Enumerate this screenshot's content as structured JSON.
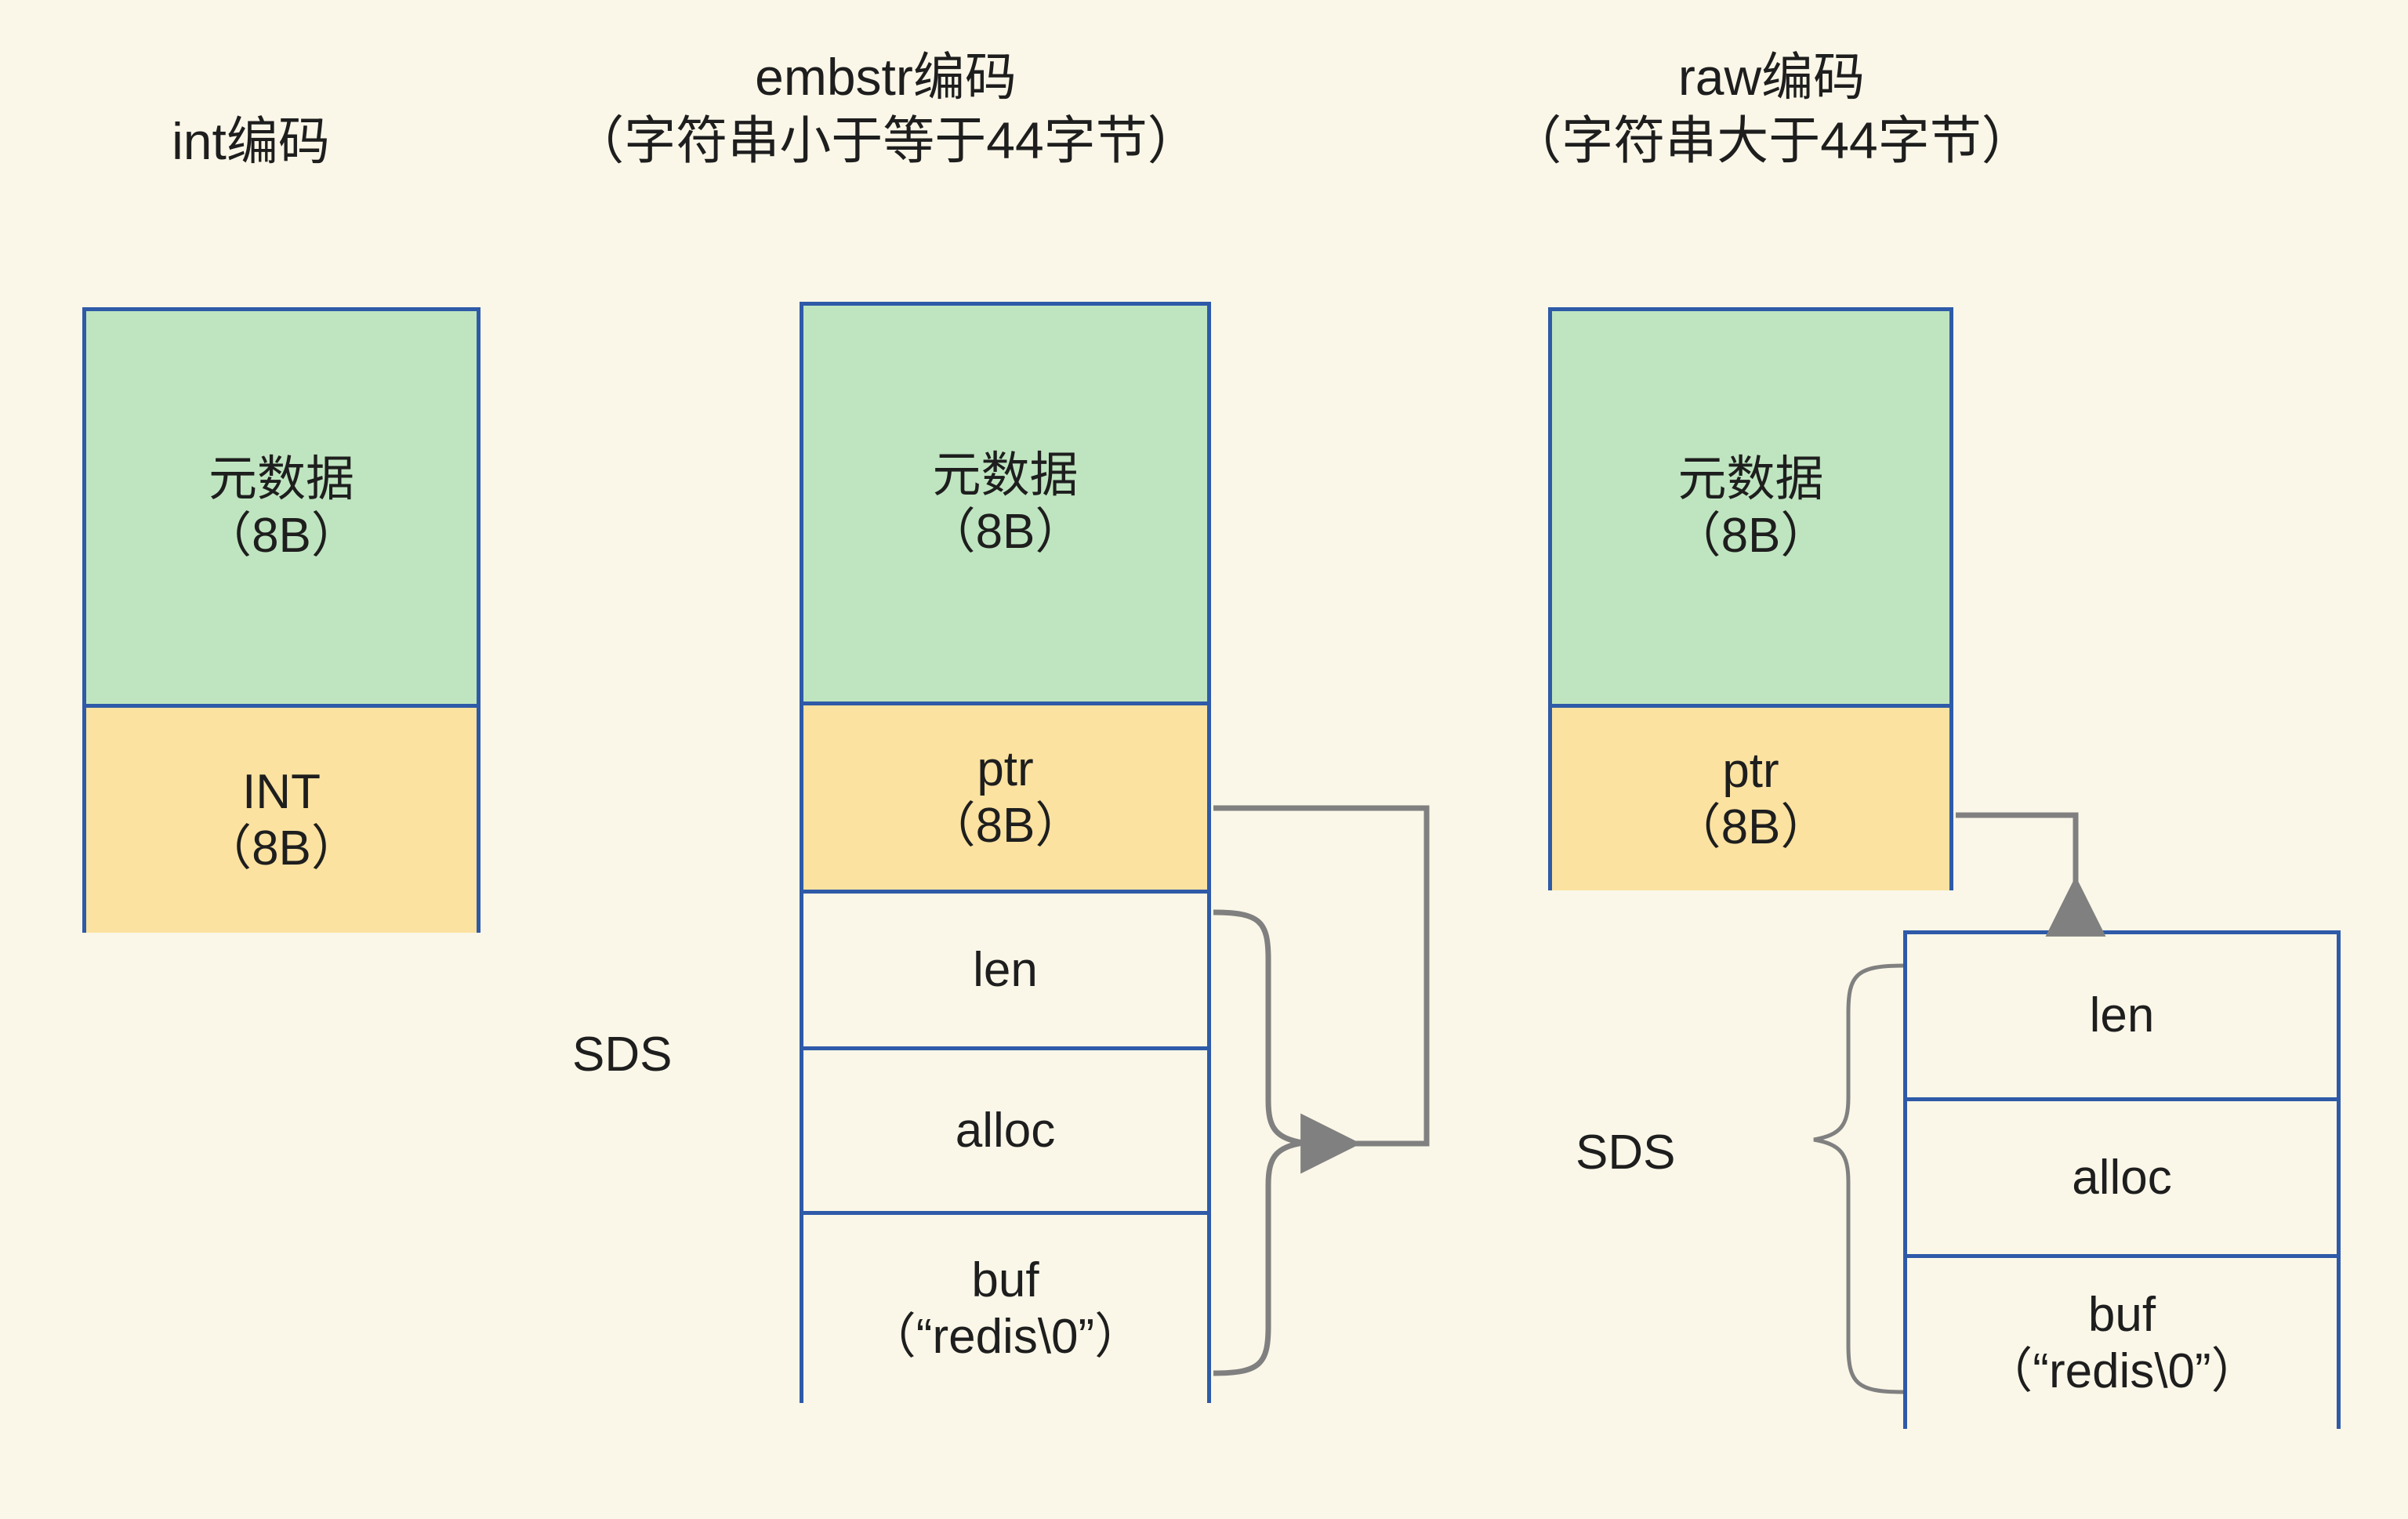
{
  "diagram": {
    "title_int": "int编码",
    "title_embstr": "embstr编码\n（字符串小于等于44字节）",
    "title_raw": "raw编码\n（字符串大于44字节）",
    "background_color": "#faf7e8",
    "border_color": "#2e5aa8",
    "metadata_fill": "#bfe5c0",
    "pointer_fill": "#fbe2a0",
    "connector_color": "#808080"
  },
  "columns": {
    "int": {
      "label": "int编码",
      "cells": [
        {
          "name": "metadata",
          "text": "元数据\n（8B）",
          "fill": "#bfe5c0"
        },
        {
          "name": "value",
          "text": "INT\n（8B）",
          "fill": "#fbe2a0"
        }
      ]
    },
    "embstr": {
      "label": "embstr编码\n（字符串小于等于44字节）",
      "sds_label": "SDS",
      "cells": [
        {
          "name": "metadata",
          "text": "元数据\n（8B）",
          "fill": "#bfe5c0"
        },
        {
          "name": "pointer",
          "text": "ptr\n（8B）",
          "fill": "#fbe2a0"
        },
        {
          "name": "len",
          "text": "len",
          "fill": "#faf7e8"
        },
        {
          "name": "alloc",
          "text": "alloc",
          "fill": "#faf7e8"
        },
        {
          "name": "buf",
          "text": "buf\n（“redis\\0”）",
          "fill": "#faf7e8"
        }
      ]
    },
    "raw": {
      "label": "raw编码\n（字符串大于44字节）",
      "sds_label": "SDS",
      "object_cells": [
        {
          "name": "metadata",
          "text": "元数据\n（8B）",
          "fill": "#bfe5c0"
        },
        {
          "name": "pointer",
          "text": "ptr\n（8B）",
          "fill": "#fbe2a0"
        }
      ],
      "sds_cells": [
        {
          "name": "len",
          "text": "len",
          "fill": "#faf7e8"
        },
        {
          "name": "alloc",
          "text": "alloc",
          "fill": "#faf7e8"
        },
        {
          "name": "buf",
          "text": "buf\n（“redis\\0”）",
          "fill": "#faf7e8"
        }
      ]
    }
  }
}
